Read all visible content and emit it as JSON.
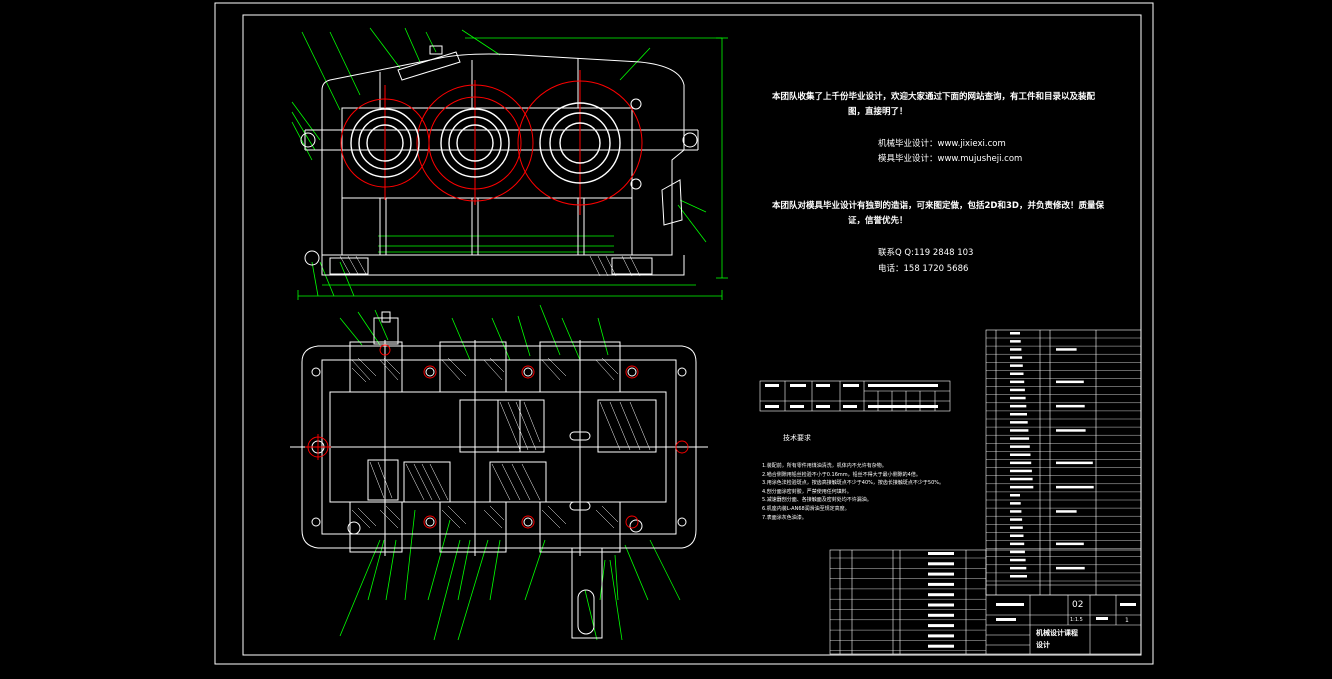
{
  "notice": {
    "line1": "本团队收集了上千份毕业设计，欢迎大家通过下面的网站查询，有工件和目录以及装配",
    "line2": "图，直接明了！",
    "site1": "机械毕业设计：www.jixiexi.com",
    "site2": "模具毕业设计：www.mujusheji.com",
    "line3": "本团队对模具毕业设计有独到的造诣，可来图定做，包括2D和3D，并负责修改！质量保",
    "line4": "证，信誉优先！",
    "contact": "联系Q Q:119 2848 103",
    "phone": "电话：158 1720 5686"
  },
  "tech_requirements": {
    "title": "技术要求",
    "items": [
      "1.装配前，所有零件用煤油清洗，机体内不允许有杂物。",
      "2.啮合侧隙用铅丝检验不小于0.16mm，铅丝不得大于最小侧隙的4倍。",
      "3.用涂色法检验斑点，按齿高接触斑点不少于40%，按齿长接触斑点不少于50%。",
      "4.剖分面涂密封胶，严禁使用任何填料。",
      "5.减速器剖分面、各接触面及密封处均不许漏油。",
      "6.机座内装L-AN68润滑油至规定高度。",
      "7.表面涂灰色油漆。"
    ]
  },
  "title_block": {
    "drawing_no": "02",
    "scale": "1:1.5",
    "sheet": "1",
    "name1": "机械设计课程",
    "name2": "设计"
  },
  "colors": {
    "background": "#000000",
    "outline": "#ffffff",
    "leader": "#00ff00",
    "section": "#ff0000",
    "hatch": "#ffffff"
  }
}
